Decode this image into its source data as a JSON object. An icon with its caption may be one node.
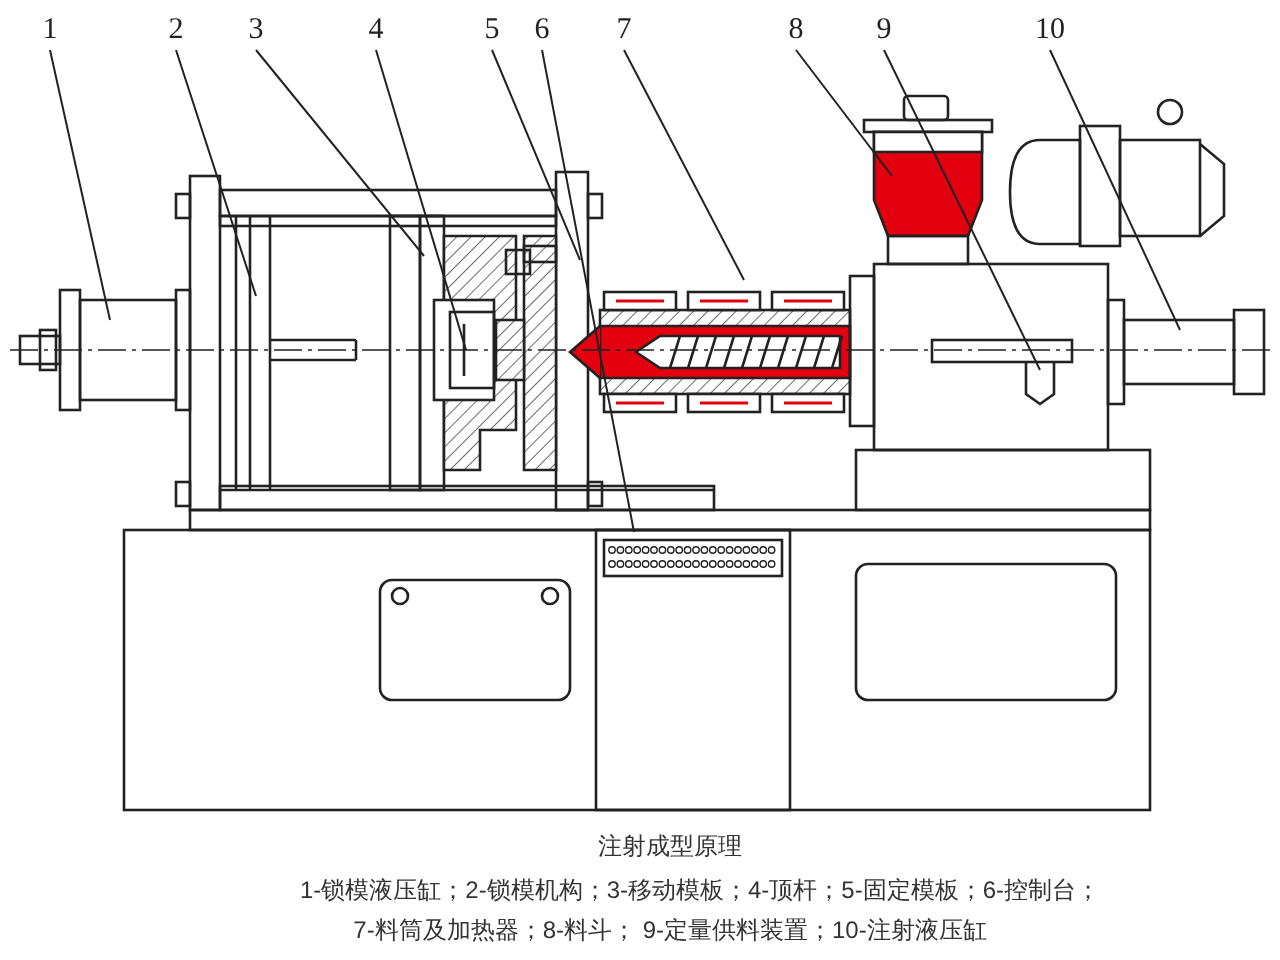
{
  "diagram": {
    "caption": "注射成型原理",
    "nodes": [
      {
        "text": [
          "1"
        ]
      },
      {
        "text": [
          "2"
        ]
      },
      {
        "text": [
          "3"
        ]
      },
      {
        "text": [
          "4"
        ]
      },
      {
        "text": [
          "5"
        ]
      },
      {
        "text": [
          "6"
        ]
      },
      {
        "text": [
          "7"
        ]
      },
      {
        "text": [
          "8"
        ]
      },
      {
        "text": [
          "9"
        ]
      },
      {
        "text": [
          "10"
        ]
      }
    ],
    "edges": [
      {
        "from": 0,
        "to": null,
        "arrow": "none"
      },
      {
        "from": 1,
        "to": null,
        "arrow": "none"
      },
      {
        "from": 2,
        "to": null,
        "arrow": "none"
      },
      {
        "from": 3,
        "to": null,
        "arrow": "none"
      },
      {
        "from": 4,
        "to": null,
        "arrow": "none"
      },
      {
        "from": 5,
        "to": null,
        "arrow": "none"
      },
      {
        "from": 6,
        "to": null,
        "arrow": "none"
      },
      {
        "from": 7,
        "to": null,
        "arrow": "none"
      },
      {
        "from": 8,
        "to": null,
        "arrow": "none"
      },
      {
        "from": 9,
        "to": null,
        "arrow": "none"
      }
    ],
    "labels": [
      "1-锁模液压缸；2-锁模机构；3-移动模板；4-顶杆；5-固定模板；6-控制台；",
      "7-料筒及加热器；8-料斗； 9-定量供料装置；10-注射液压缸"
    ]
  }
}
